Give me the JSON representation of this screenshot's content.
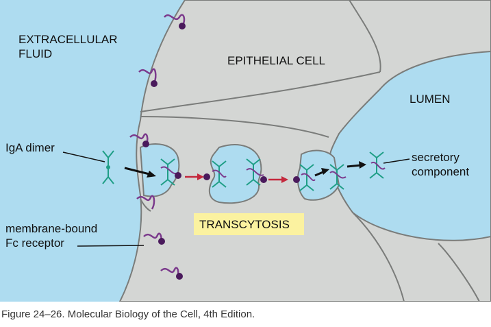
{
  "labels": {
    "extracellular_line1": "EXTRACELLULAR",
    "extracellular_line2": "FLUID",
    "epithelial_cell": "EPITHELIAL CELL",
    "lumen": "LUMEN",
    "iga_dimer": "IgA dimer",
    "secretory_line1": "secretory",
    "secretory_line2": "component",
    "membrane_line1": "membrane-bound",
    "membrane_line2": "Fc receptor",
    "transcytosis": "TRANSCYTOSIS"
  },
  "caption": "Figure 24–26. Molecular Biology of the Cell, 4th Edition.",
  "colors": {
    "extracellular": "#aedcf0",
    "cell": "#d4d6d4",
    "outline": "#7a7c7a",
    "receptor": "#7b3a8c",
    "receptor_ball": "#4a1a5c",
    "iga": "#1e9e86",
    "red_arrow": "#c4283c",
    "label_box": "#fbf2a0"
  },
  "icons": [
    "fc-receptor-icon",
    "iga-dimer-icon",
    "arrow-icon"
  ]
}
